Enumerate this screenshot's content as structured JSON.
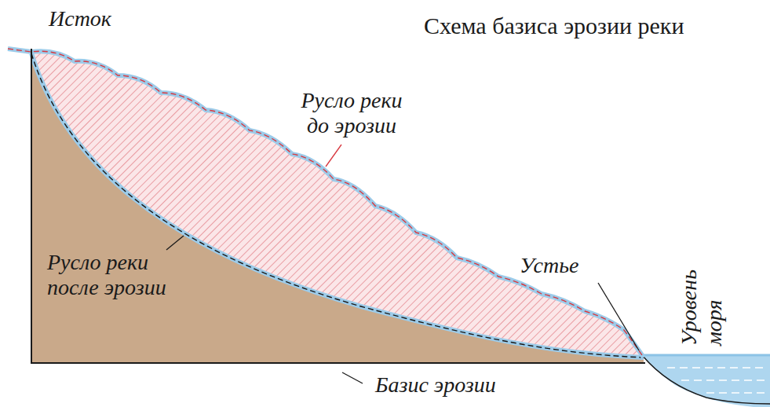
{
  "diagram": {
    "title": "Схема базиса эрозии реки",
    "labels": [
      "Исток",
      "Русло реки до эрозии",
      "Русло реки после эрозии",
      "Устье",
      "Уровень моря",
      "Базис эрозии"
    ]
  }
}
